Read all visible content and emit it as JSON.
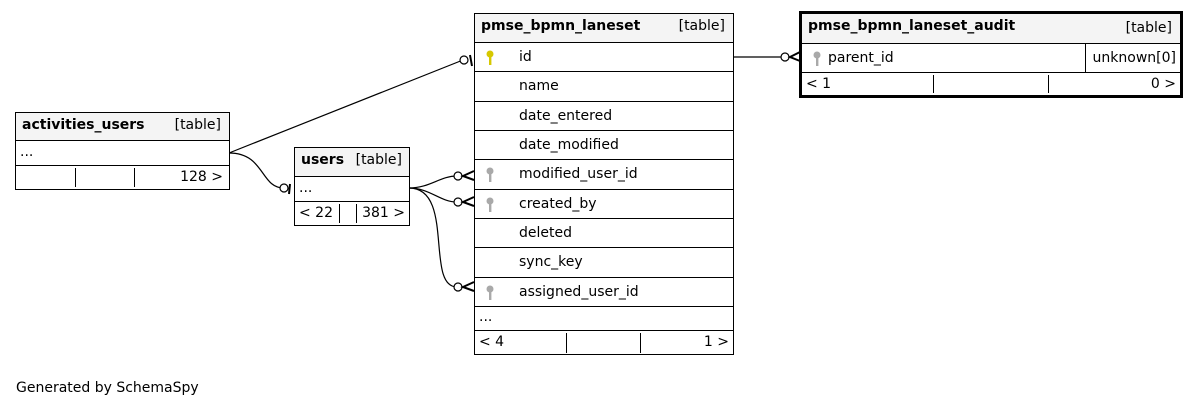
{
  "diagram": {
    "footer_text": "Generated by SchemaSpy",
    "tables": {
      "laneset": {
        "name": "pmse_bpmn_laneset",
        "type": "[table]",
        "columns": [
          {
            "name": "id",
            "key": "primary"
          },
          {
            "name": "name",
            "key": "none"
          },
          {
            "name": "date_entered",
            "key": "none"
          },
          {
            "name": "date_modified",
            "key": "none"
          },
          {
            "name": "modified_user_id",
            "key": "foreign"
          },
          {
            "name": "created_by",
            "key": "foreign"
          },
          {
            "name": "deleted",
            "key": "none"
          },
          {
            "name": "sync_key",
            "key": "none"
          },
          {
            "name": "assigned_user_id",
            "key": "foreign"
          }
        ],
        "ellipsis": "...",
        "footer": {
          "parents": "< 4",
          "mid": "",
          "children": "1 >"
        }
      },
      "audit": {
        "name": "pmse_bpmn_laneset_audit",
        "type": "[table]",
        "columns": [
          {
            "name": "parent_id",
            "key": "foreign",
            "extra": "unknown[0]"
          }
        ],
        "footer": {
          "parents": "< 1",
          "mid": "",
          "children": "0 >"
        }
      },
      "activities_users": {
        "name": "activities_users",
        "type": "[table]",
        "ellipsis": "...",
        "footer": {
          "parents": "",
          "mid": "",
          "children": "128 >"
        }
      },
      "users": {
        "name": "users",
        "type": "[table]",
        "ellipsis": "...",
        "footer": {
          "parents": "< 22",
          "mid": "",
          "children": "381 >"
        }
      }
    },
    "colors": {
      "header_bg": "#f4f4f4",
      "primary_key": "#d6c800",
      "foreign_key": "#a9a9a9",
      "line": "#000000"
    }
  }
}
